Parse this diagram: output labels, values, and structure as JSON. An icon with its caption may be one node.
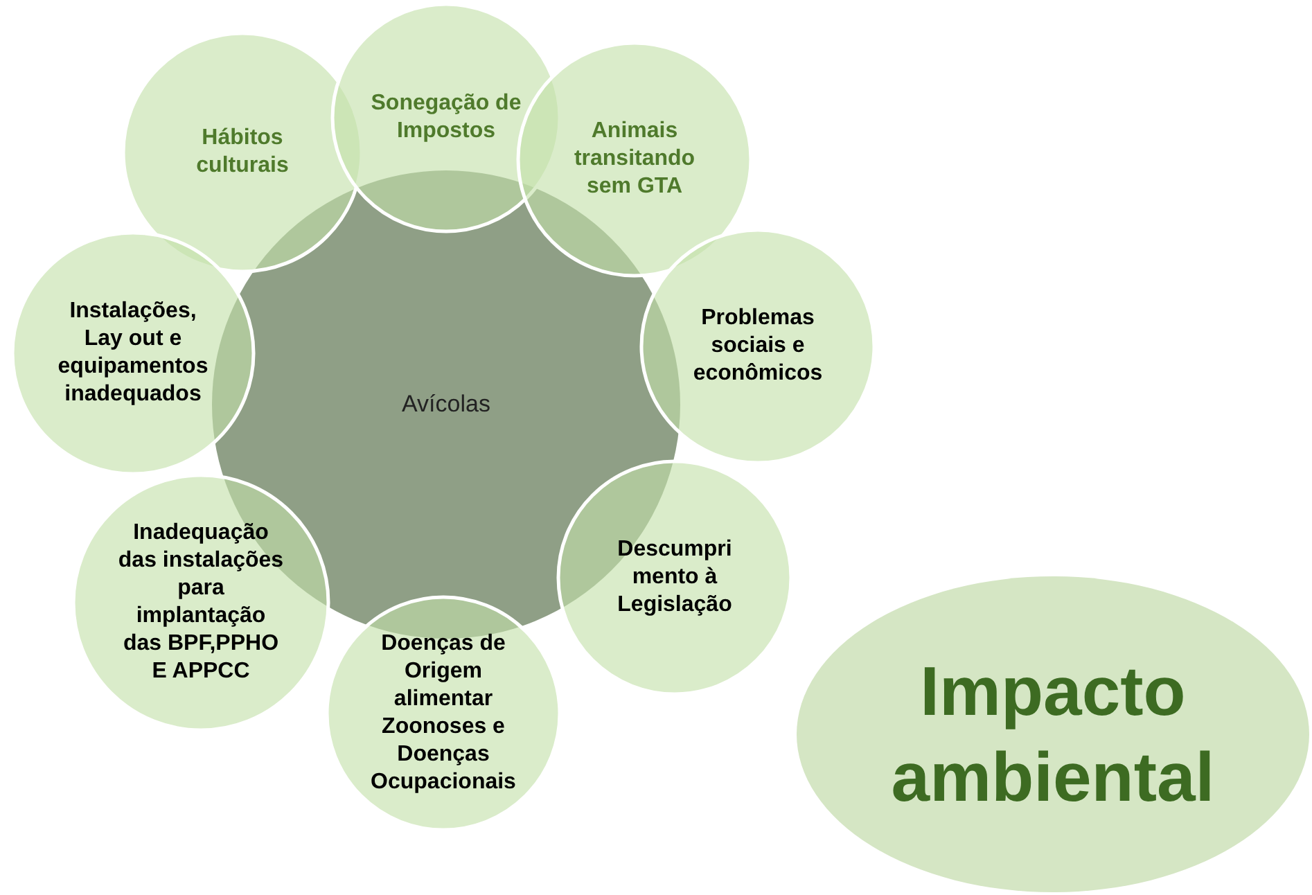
{
  "diagram": {
    "nodes": [
      {
        "text": [
          "Hábitos culturais"
        ]
      },
      {
        "text": [
          "Sonegação de Impostos"
        ]
      },
      {
        "text": [
          "Animais transitando sem GTA"
        ]
      },
      {
        "text": [
          "Instalações, Lay out e equipamentos inadequados"
        ]
      },
      {
        "text": [
          "Avícolas"
        ]
      },
      {
        "text": [
          "Problemas sociais e econômicos"
        ]
      },
      {
        "text": [
          "Inadequação das instalações para implantação das BPF,PPHO E APPCC"
        ]
      },
      {
        "text": [
          "Descumprimento à Legislação"
        ]
      },
      {
        "text": [
          "Doenças de Origem alimentar Zoonoses e Doenças Ocupacionais"
        ]
      },
      {
        "text": [
          "Impacto ambiental"
        ]
      }
    ],
    "edges": []
  }
}
